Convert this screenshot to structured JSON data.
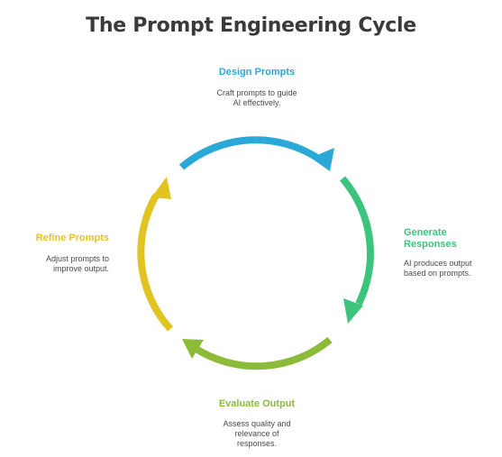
{
  "title": "The Prompt Engineering Cycle",
  "stages": [
    {
      "id": "design",
      "title": "Design Prompts",
      "description": [
        "Craft prompts to guide",
        "AI effectively."
      ],
      "color": "#2aa8d8"
    },
    {
      "id": "generate",
      "title": [
        "Generate",
        "Responses"
      ],
      "description": [
        "AI produces output",
        "based on prompts."
      ],
      "color": "#3cc47c"
    },
    {
      "id": "evaluate",
      "title": "Evaluate Output",
      "description": [
        "Assess quality and",
        "relevance of",
        "responses."
      ],
      "color": "#8cbb3a"
    },
    {
      "id": "refine",
      "title": "Refine Prompts",
      "description": [
        "Adjust prompts to",
        "improve output."
      ],
      "color": "#e2c420"
    }
  ]
}
